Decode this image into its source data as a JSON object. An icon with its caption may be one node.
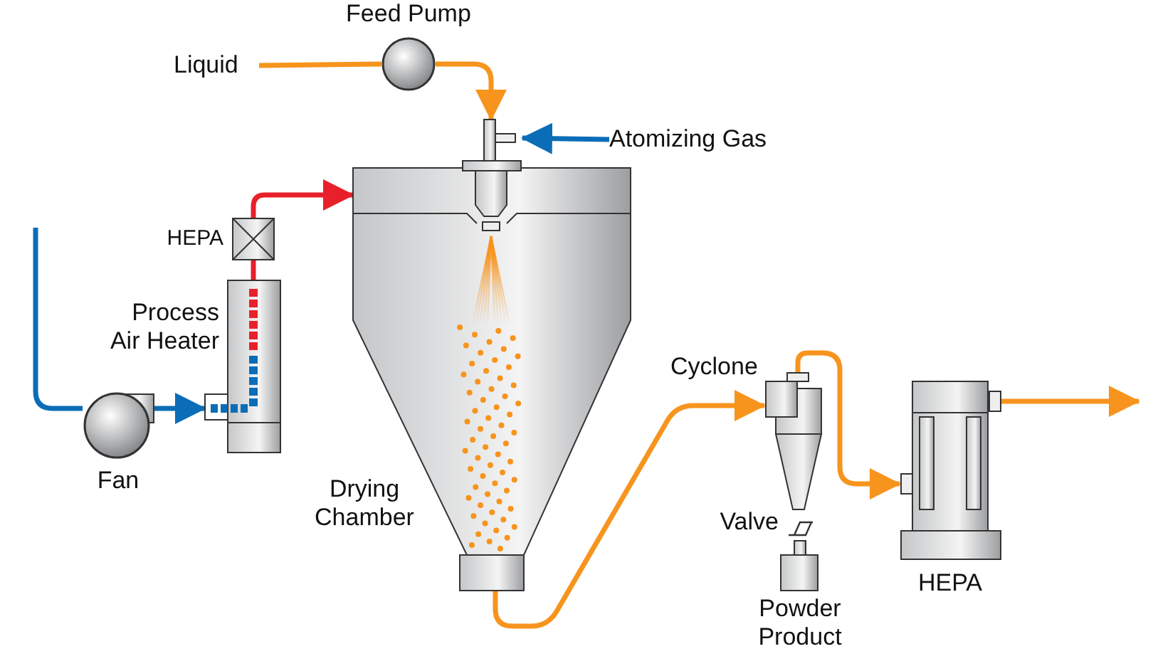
{
  "diagram": {
    "nodes": [
      {
        "text": [
          "Liquid"
        ]
      },
      {
        "text": [
          "Feed Pump"
        ]
      },
      {
        "text": [
          "Atomizing Gas"
        ]
      },
      {
        "text": [],
        "shape": "picture"
      },
      {
        "text": [
          "HEPA"
        ]
      },
      {
        "text": [
          "Drying Chamber"
        ]
      },
      {
        "text": [
          "Process Air Heater"
        ]
      },
      {
        "text": [
          "Fan"
        ]
      },
      {
        "text": [
          "Cyclone"
        ]
      },
      {
        "text": [
          "Valve"
        ]
      },
      {
        "text": [
          "HEPA"
        ]
      },
      {
        "text": [
          "Powder Product"
        ]
      }
    ],
    "edges": [
      {
        "from": 0,
        "to": 1,
        "arrow": "none"
      },
      {
        "from": 1,
        "to": 3,
        "arrow": "to"
      },
      {
        "from": 2,
        "to": 3,
        "arrow": "to",
        "color": "#0b6db7"
      },
      {
        "from": null,
        "to": 7,
        "arrow": "none",
        "color": "#0b6db7"
      },
      {
        "from": 7,
        "to": 6,
        "arrow": "to",
        "color": "#0b6db7"
      },
      {
        "from": 6,
        "to": 4,
        "arrow": "none",
        "color": "#e8202a"
      },
      {
        "from": 4,
        "to": 5,
        "arrow": "to",
        "color": "#e8202a"
      },
      {
        "from": 5,
        "to": 8,
        "arrow": "to"
      },
      {
        "from": 8,
        "to": 10,
        "arrow": "to"
      },
      {
        "from": 10,
        "to": null,
        "arrow": "to"
      }
    ]
  }
}
